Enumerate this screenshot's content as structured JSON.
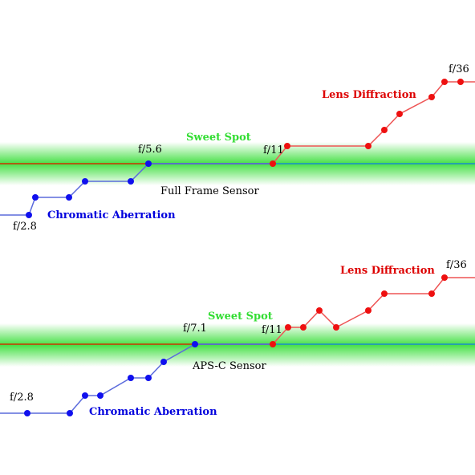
{
  "panels": [
    {
      "sensor_label": "Full Frame Sensor",
      "sweet_spot_label": "Sweet Spot",
      "chromatic_label": "Chromatic Aberration",
      "diffraction_label": "Lens Diffraction",
      "aperture_labels": {
        "start": "f/2.8",
        "sweet_start": "f/5.6",
        "sweet_end": "f/11",
        "end": "f/36"
      },
      "colors": {
        "chromatic": "#0000dd",
        "diffraction": "#dd0000",
        "sweet_spot": "#33dd33",
        "baseline_left": "#cc3300",
        "baseline_right": "#1a8ccc"
      }
    },
    {
      "sensor_label": "APS-C Sensor",
      "sweet_spot_label": "Sweet Spot",
      "chromatic_label": "Chromatic Aberration",
      "diffraction_label": "Lens Diffraction",
      "aperture_labels": {
        "start": "f/2.8",
        "sweet_start": "f/7.1",
        "sweet_end": "f/11",
        "end": "f/36"
      },
      "colors": {
        "chromatic": "#0000dd",
        "diffraction": "#dd0000",
        "sweet_spot": "#33dd33",
        "baseline_left": "#cc3300",
        "baseline_right": "#1a8ccc"
      }
    }
  ]
}
